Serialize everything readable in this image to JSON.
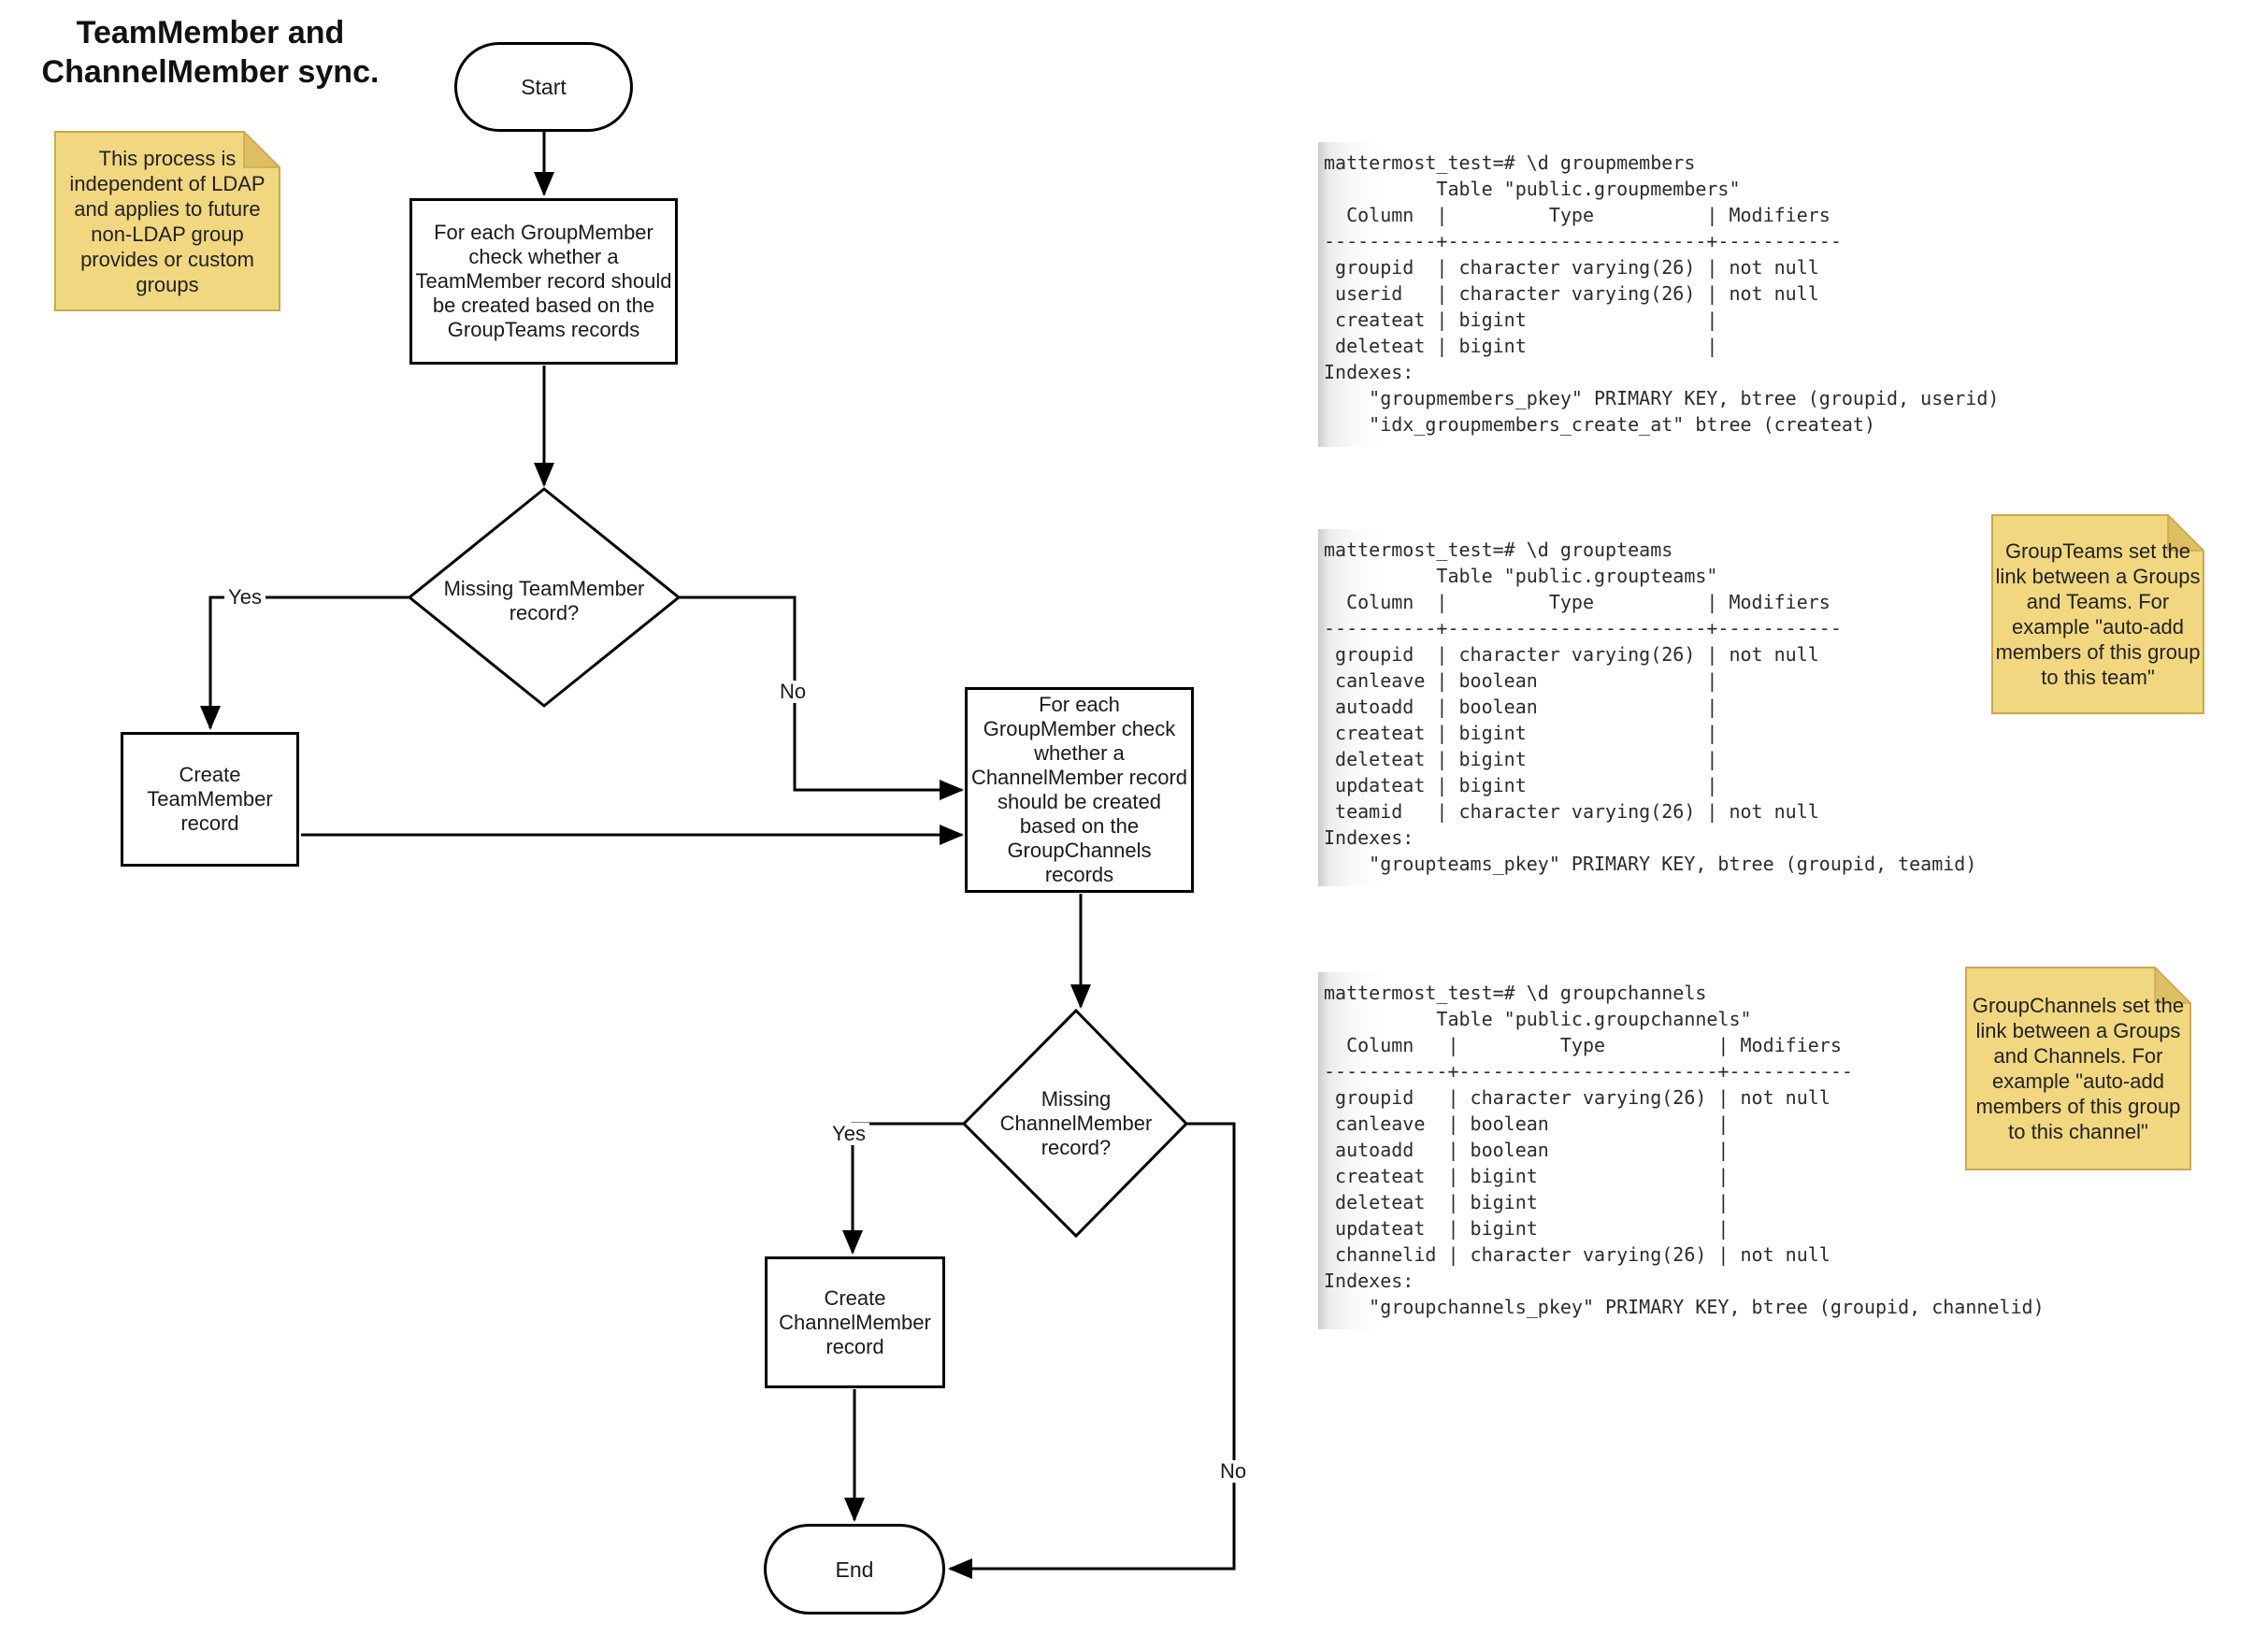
{
  "title": "TeamMember and\nChannelMember sync.",
  "sticky_notes": [
    {
      "text": "This process is\nindependent of LDAP\nand applies to future\nnon-LDAP group\nprovides or custom\ngroups"
    },
    {
      "text": "GroupTeams set the\nlink between a Groups\nand Teams. For\nexample \"auto-add\nmembers of this group\nto this team\""
    },
    {
      "text": "GroupChannels set the\nlink between a Groups\nand Channels. For\nexample \"auto-add\nmembers of this group\nto this channel\""
    }
  ],
  "flowchart": {
    "start": "Start",
    "process_team": "For each GroupMember\ncheck whether a\nTeamMember record should\nbe created based on the\nGroupTeams records",
    "decision_team": "Missing TeamMember\nrecord?",
    "create_team": "Create\nTeamMember\nrecord",
    "process_channel": "For each\nGroupMember check\nwhether a\nChannelMember record\nshould be created\nbased on the\nGroupChannels\nrecords",
    "decision_channel": "Missing\nChannelMember\nrecord?",
    "create_channel": "Create\nChannelMember\nrecord",
    "end": "End",
    "label_yes_team": "Yes",
    "label_no_team": "No",
    "label_yes_channel": "Yes",
    "label_no_channel": "No"
  },
  "terminal_outputs": [
    {
      "text": "mattermost_test=# \\d groupmembers\n          Table \"public.groupmembers\"\n  Column  |         Type          | Modifiers \n----------+-----------------------+-----------\n groupid  | character varying(26) | not null\n userid   | character varying(26) | not null\n createat | bigint                | \n deleteat | bigint                | \nIndexes:\n    \"groupmembers_pkey\" PRIMARY KEY, btree (groupid, userid)\n    \"idx_groupmembers_create_at\" btree (createat)"
    },
    {
      "text": "mattermost_test=# \\d groupteams\n          Table \"public.groupteams\"\n  Column  |         Type          | Modifiers \n----------+-----------------------+-----------\n groupid  | character varying(26) | not null\n canleave | boolean               | \n autoadd  | boolean               | \n createat | bigint                | \n deleteat | bigint                | \n updateat | bigint                | \n teamid   | character varying(26) | not null\nIndexes:\n    \"groupteams_pkey\" PRIMARY KEY, btree (groupid, teamid)"
    },
    {
      "text": "mattermost_test=# \\d groupchannels\n          Table \"public.groupchannels\"\n  Column   |         Type          | Modifiers \n-----------+-----------------------+-----------\n groupid   | character varying(26) | not null\n canleave  | boolean               | \n autoadd   | boolean               | \n createat  | bigint                | \n deleteat  | bigint                | \n updateat  | bigint                | \n channelid | character varying(26) | not null\nIndexes:\n    \"groupchannels_pkey\" PRIMARY KEY, btree (groupid, channelid)"
    }
  ],
  "colors": {
    "stroke": "#000000",
    "sticky_fill": "#F2D781",
    "sticky_fold": "#DDBE62",
    "sticky_border": "#C9A850"
  }
}
